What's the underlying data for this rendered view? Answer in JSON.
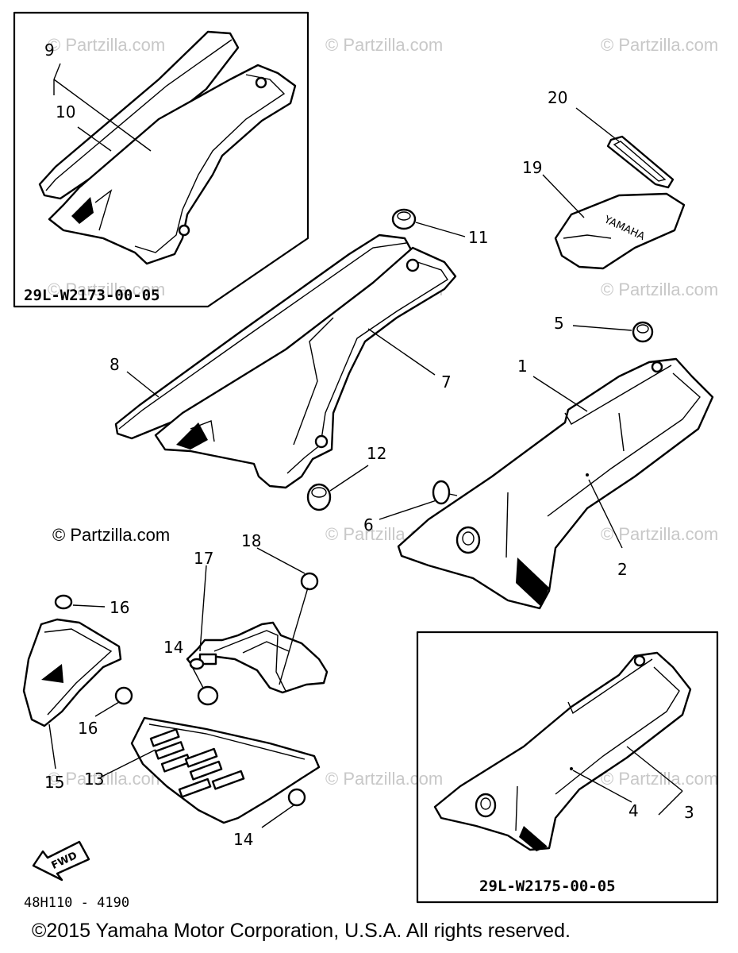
{
  "diagram": {
    "watermark": "© Partzilla.com",
    "watermark_dark": "© Partzilla.com",
    "copyright": "©2015 Yamaha Motor Corporation, U.S.A. All rights reserved.",
    "boxes": {
      "top_left_code": "29L-W2173-00-05",
      "bottom_right_code": "29L-W2175-00-05"
    },
    "figure_code": "48H110 - 4190",
    "fwd_label": "FWD",
    "callouts": {
      "c1": "1",
      "c2": "2",
      "c3": "3",
      "c4": "4",
      "c5": "5",
      "c6": "6",
      "c7": "7",
      "c8": "8",
      "c9": "9",
      "c10": "10",
      "c11": "11",
      "c12": "12",
      "c13": "13",
      "c14a": "14",
      "c14b": "14",
      "c15": "15",
      "c16a": "16",
      "c16b": "16",
      "c17": "17",
      "c18": "18",
      "c19": "19",
      "c20": "20"
    },
    "icons": [
      "fwd-arrow-icon",
      "grommet-icon",
      "side-cover-icon",
      "bracket-icon",
      "emblem-icon",
      "band-icon"
    ]
  }
}
